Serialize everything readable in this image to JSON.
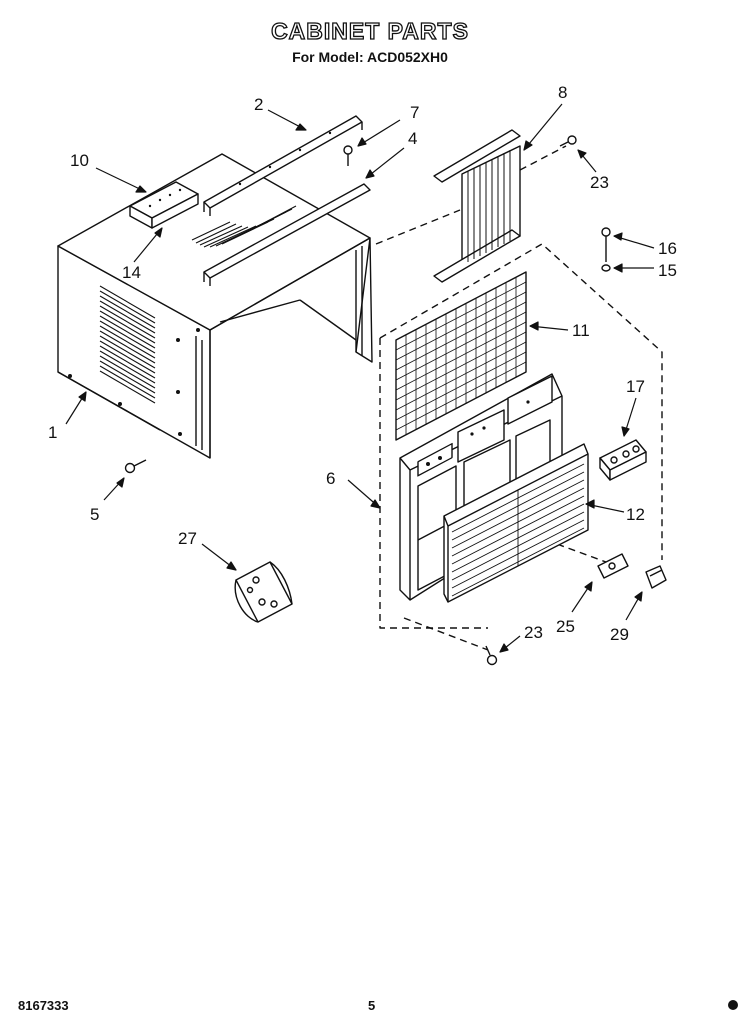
{
  "header": {
    "title": "CABINET PARTS",
    "subtitle": "For Model: ACD052XH0"
  },
  "footer": {
    "doc_number": "8167333",
    "page_number": "5"
  },
  "callouts": [
    "1",
    "2",
    "4",
    "5",
    "6",
    "7",
    "8",
    "10",
    "11",
    "12",
    "14",
    "15",
    "16",
    "17",
    "23",
    "23",
    "25",
    "27",
    "29"
  ]
}
